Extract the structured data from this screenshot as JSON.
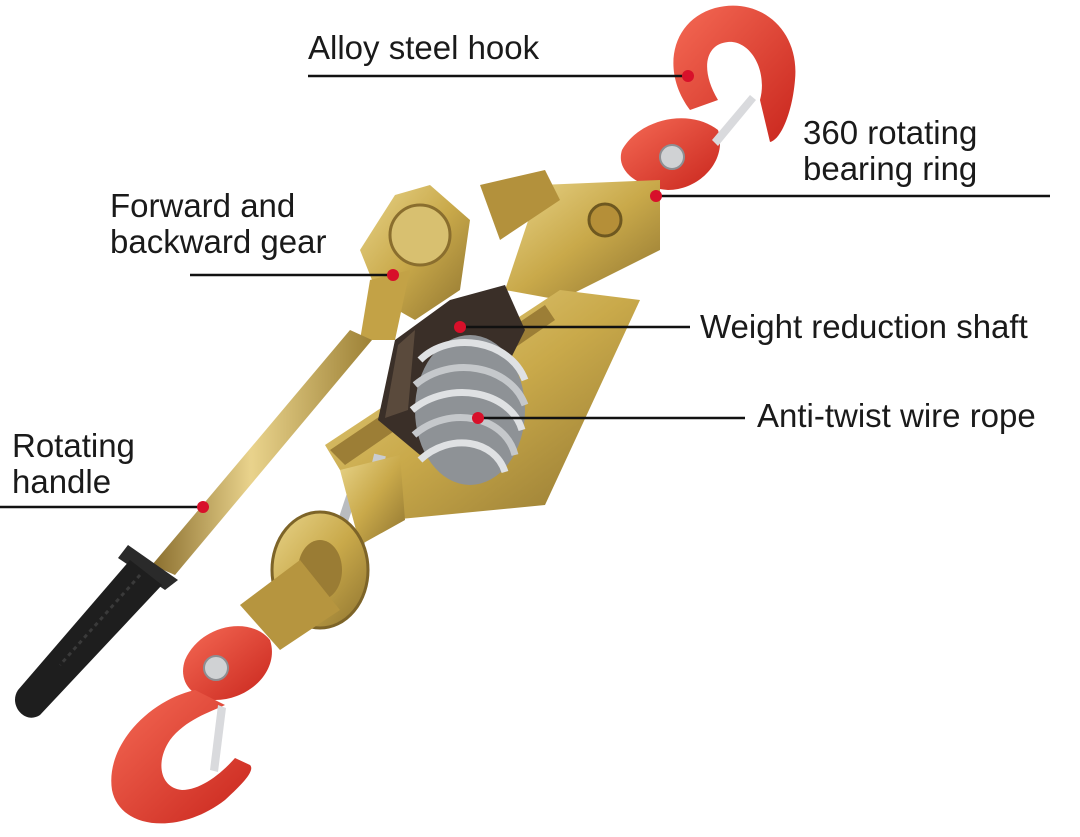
{
  "callouts": [
    {
      "id": "alloy-steel-hook",
      "lines": [
        "Alloy steel hook"
      ]
    },
    {
      "id": "rotating-bearing-ring",
      "lines": [
        "360 rotating",
        "bearing ring"
      ]
    },
    {
      "id": "forward-backward-gear",
      "lines": [
        "Forward and",
        "backward gear"
      ]
    },
    {
      "id": "weight-reduction-shaft",
      "lines": [
        "Weight reduction shaft"
      ]
    },
    {
      "id": "anti-twist-wire-rope",
      "lines": [
        "Anti-twist wire rope"
      ]
    },
    {
      "id": "rotating-handle",
      "lines": [
        "Rotating",
        "handle"
      ]
    }
  ],
  "colors": {
    "hook": "#e8372c",
    "body": "#c9a94a",
    "gear": "#3a2f28",
    "rope": "#b9bcc0",
    "grip": "#1e1e1e",
    "marker": "#d8102a",
    "leader_line": "#111111"
  }
}
